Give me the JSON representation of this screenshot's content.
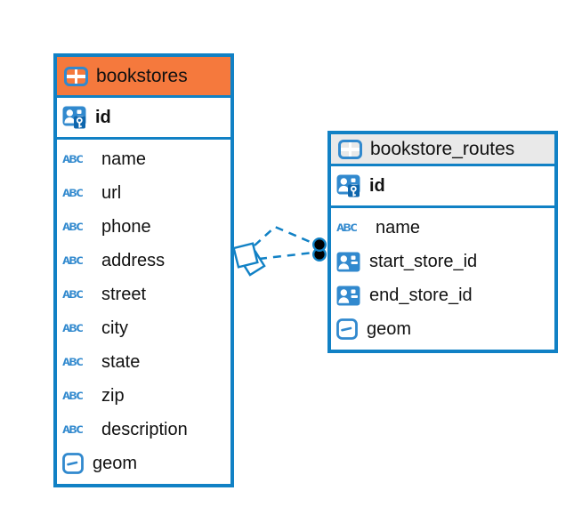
{
  "canvas": {
    "background": "#ffffff"
  },
  "colors": {
    "accent_blue": "#1181c5",
    "icon_blue": "#3189ce",
    "icon_blue_dark": "#0e66ad",
    "orange_header": "#f5793d",
    "gray_header": "#e9e9e9",
    "row_text": "#111111",
    "relation_dot": "#000000"
  },
  "icons": {
    "abc_label": "ABC",
    "table_icon": "table-grid-icon",
    "primary_key_icon": "person-with-key-icon",
    "reference_icon": "person-card-icon",
    "geometry_icon": "box-with-dash-icon"
  },
  "tables": [
    {
      "name": "bookstores",
      "header_style": "orange",
      "columns": [
        {
          "name": "id",
          "icon": "primary-key-icon"
        },
        {
          "name": "name",
          "icon": "text-type-icon"
        },
        {
          "name": "url",
          "icon": "text-type-icon"
        },
        {
          "name": "phone",
          "icon": "text-type-icon"
        },
        {
          "name": "address",
          "icon": "text-type-icon"
        },
        {
          "name": "street",
          "icon": "text-type-icon"
        },
        {
          "name": "city",
          "icon": "text-type-icon"
        },
        {
          "name": "state",
          "icon": "text-type-icon"
        },
        {
          "name": "zip",
          "icon": "text-type-icon"
        },
        {
          "name": "description",
          "icon": "text-type-icon"
        },
        {
          "name": "geom",
          "icon": "geometry-type-icon"
        }
      ]
    },
    {
      "name": "bookstore_routes",
      "header_style": "gray",
      "columns": [
        {
          "name": "id",
          "icon": "primary-key-icon"
        },
        {
          "name": "name",
          "icon": "text-type-icon"
        },
        {
          "name": "start_store_id",
          "icon": "reference-column-icon"
        },
        {
          "name": "end_store_id",
          "icon": "reference-column-icon"
        },
        {
          "name": "geom",
          "icon": "geometry-type-icon"
        }
      ]
    }
  ],
  "relations": [
    {
      "from_table": "bookstores",
      "to_table": "bookstore_routes",
      "line_style": "dashed",
      "source_marker": "diamond",
      "target_marker": "dot"
    },
    {
      "from_table": "bookstores",
      "to_table": "bookstore_routes",
      "line_style": "dashed",
      "source_marker": "diamond",
      "target_marker": "dot"
    }
  ]
}
